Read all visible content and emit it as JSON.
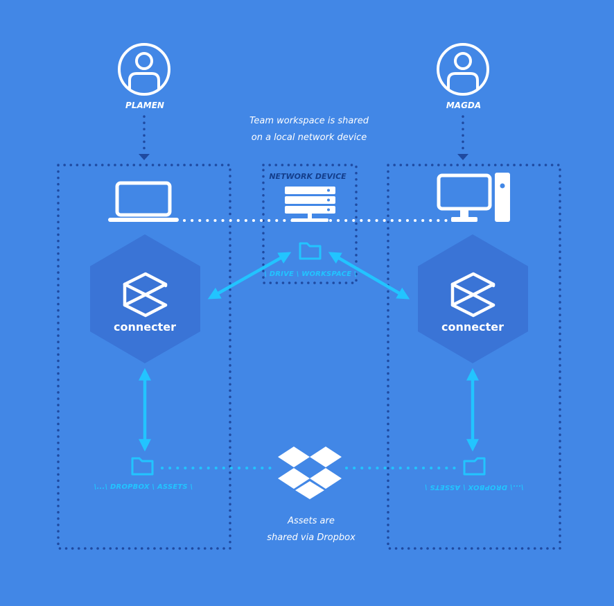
{
  "users": [
    {
      "name": "PLAMEN",
      "icon": "user-icon"
    },
    {
      "name": "MAGDA",
      "icon": "user-icon"
    }
  ],
  "network_caption": {
    "line1": "Team workspace is shared",
    "line2": "on a local network device"
  },
  "network_device": {
    "label": "NETWORK DEVICE",
    "icon": "server-icon"
  },
  "workspace_path": "\\ DRIVE \\ WORKSPACE \\",
  "app": {
    "name": "connecter",
    "logo": "connecter-logo-icon"
  },
  "dropbox_path_left": "\\...\\ DROPBOX \\ ASSETS \\",
  "dropbox_path_right": "\\...\\ DROPBOX \\ ASSETS \\",
  "dropbox_caption": {
    "line1": "Assets are",
    "line2": "shared via Dropbox"
  },
  "colors": {
    "background": "#4287e6",
    "hexagon": "#3a74d6",
    "dotted_outline": "#1f4aa0",
    "arrow": "#22c4ff",
    "white": "#ffffff"
  }
}
